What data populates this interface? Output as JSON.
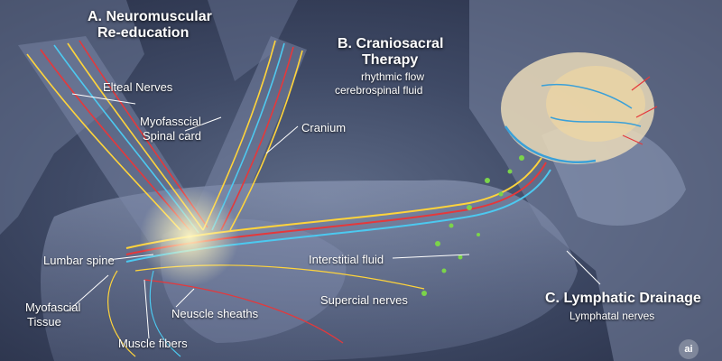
{
  "sections": {
    "a": {
      "title_line1": "A. Neuromuscular",
      "title_line2": "Re-education"
    },
    "b": {
      "title_line1": "B. Craniosacral",
      "title_line2": "Therapy",
      "sub_line1": "rhythmic flow",
      "sub_line2": "cerebrospinal fluid"
    },
    "c": {
      "title": "C. Lymphatic Drainage",
      "sub": "Lymphatal nerves"
    }
  },
  "labels": {
    "elteal_nerves": "Elteal Nerves",
    "myofascial_spinal_1": "Myofasscial",
    "myofascial_spinal_2": "Spinal card",
    "cranium": "Cranium",
    "lumbar_spine": "Lumbar spine",
    "interstitial_fluid": "Interstitial fluid",
    "supercial_nerves": "Supercial nerves",
    "myofascial_tissue_1": "Myofascial",
    "myofascial_tissue_2": "Tissue",
    "neuscle_sheaths": "Neuscle sheaths",
    "muscle_fibers": "Muscle fibers"
  },
  "watermark": "ai",
  "colors": {
    "nerve_yellow": "#ffd43b",
    "nerve_red": "#e5383b",
    "nerve_blue": "#4cc9f0",
    "lymph_green": "#7bd44a"
  }
}
